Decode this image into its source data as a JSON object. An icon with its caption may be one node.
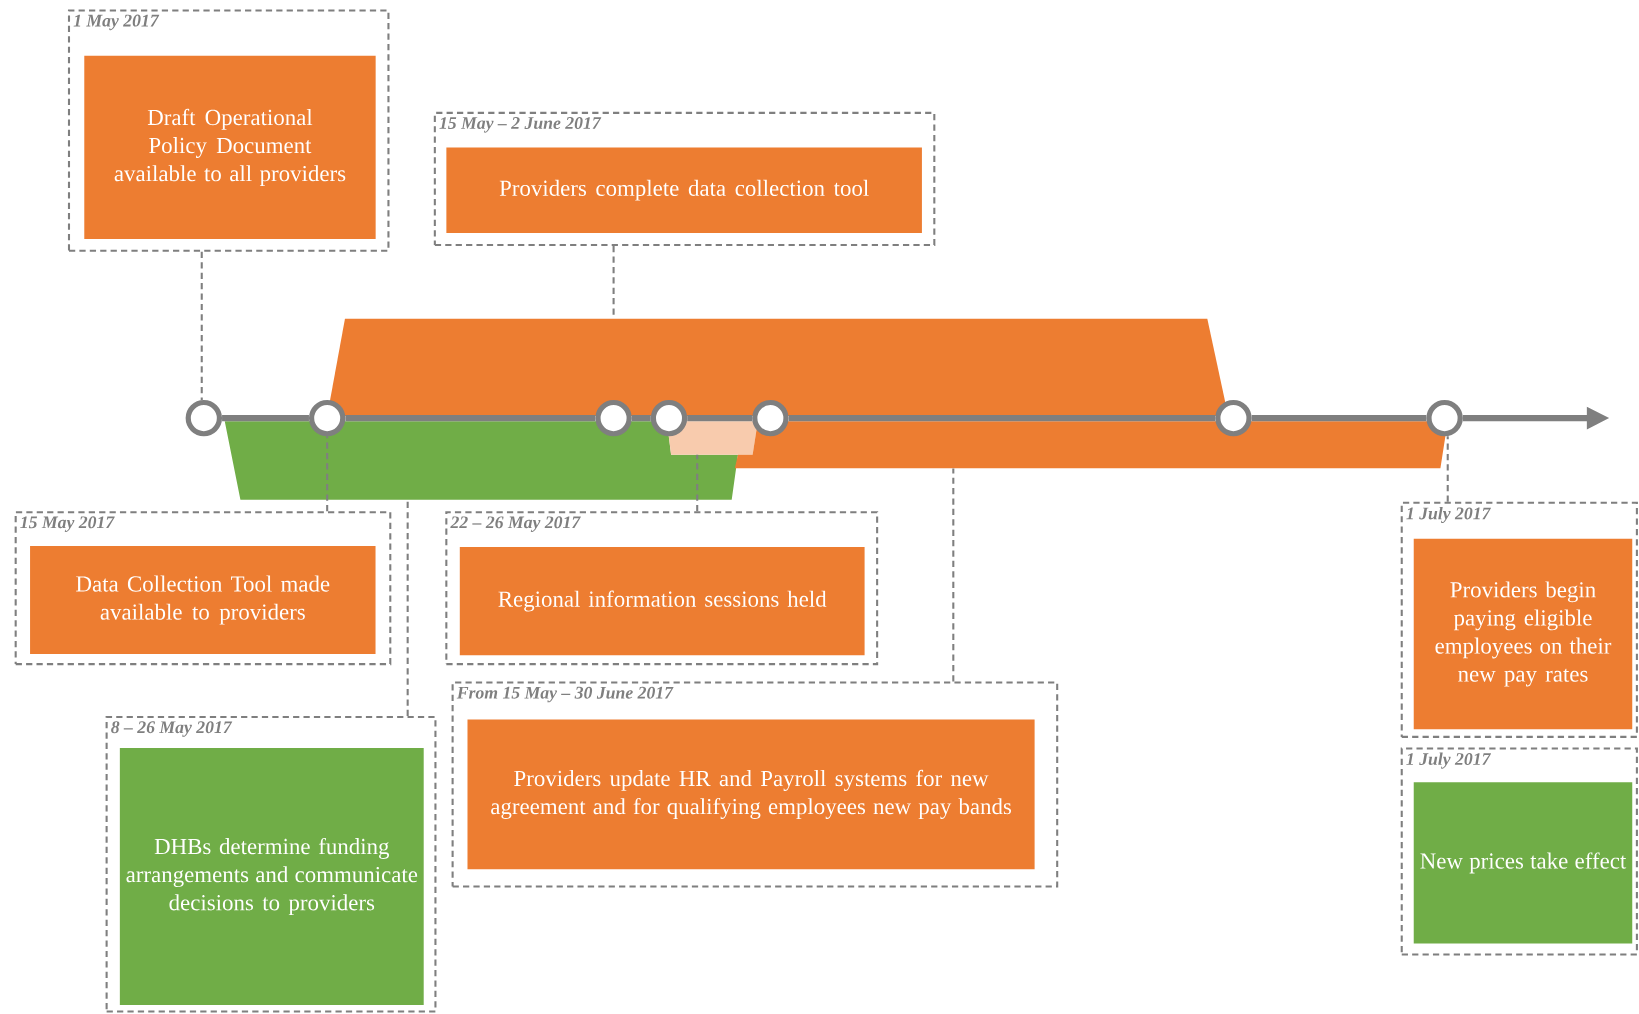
{
  "diagram": {
    "nodes": [
      {
        "text": [
          "1 May 2017"
        ]
      },
      {
        "text": [
          "Draft Operational Policy Document available to all providers"
        ],
        "in": 0
      },
      {
        "text": [
          "15 May – 2 June 2017"
        ]
      },
      {
        "text": [
          "Providers complete data collection tool"
        ],
        "in": 2
      },
      {
        "text": [],
        "shape": "bar"
      },
      {
        "text": [],
        "shape": "circle"
      },
      {
        "text": [],
        "shape": "circle"
      },
      {
        "text": [],
        "shape": "circle"
      },
      {
        "text": [],
        "shape": "circle"
      },
      {
        "text": [],
        "shape": "circle"
      },
      {
        "text": [],
        "shape": "circle"
      },
      {
        "text": [],
        "shape": "circle"
      },
      {
        "text": [],
        "shape": "bar"
      },
      {
        "text": [],
        "shape": "bar"
      },
      {
        "text": [],
        "shape": "bar"
      },
      {
        "text": [
          "15 May 2017"
        ]
      },
      {
        "text": [
          "Data Collection Tool made available to providers"
        ],
        "in": 15
      },
      {
        "text": [
          "22 – 26 May 2017"
        ]
      },
      {
        "text": [
          "Regional information sessions held"
        ],
        "in": 17
      },
      {
        "text": [
          "1 July 2017"
        ]
      },
      {
        "text": [
          "Providers begin paying eligible employees on their new pay rates"
        ],
        "in": 19
      },
      {
        "text": [
          "From 15 May – 30 June 2017"
        ]
      },
      {
        "text": [
          "Providers update HR and Payroll systems for new agreement and for qualifying employees new pay bands"
        ],
        "in": 21
      },
      {
        "text": [
          "8 – 26 May 2017"
        ]
      },
      {
        "text": [
          "DHBs determine funding arrangements and communicate decisions to providers"
        ],
        "in": 23
      },
      {
        "text": [
          "1 July 2017"
        ]
      },
      {
        "text": [
          "New prices take effect"
        ],
        "in": 25
      }
    ],
    "edges": [
      {
        "from": 0,
        "to": 5,
        "arrow": "none",
        "style": "dashed"
      },
      {
        "from": 2,
        "to": 4,
        "arrow": "none",
        "style": "dashed"
      },
      {
        "from": 15,
        "to": 6,
        "arrow": "none",
        "style": "dashed"
      },
      {
        "from": 23,
        "to": 12,
        "arrow": "none",
        "style": "dashed"
      },
      {
        "from": 17,
        "to": 13,
        "arrow": "none",
        "style": "dashed"
      },
      {
        "from": 21,
        "to": 14,
        "arrow": "none",
        "style": "dashed"
      },
      {
        "from": 19,
        "to": 11,
        "arrow": "none",
        "style": "dashed"
      },
      {
        "from": 5,
        "to": 6,
        "arrow": "none",
        "style": "thick"
      },
      {
        "from": 6,
        "to": 7,
        "arrow": "none",
        "style": "thick"
      },
      {
        "from": 7,
        "to": 8,
        "arrow": "none",
        "style": "thick"
      },
      {
        "from": 8,
        "to": 9,
        "arrow": "none",
        "style": "thick"
      },
      {
        "from": 9,
        "to": 10,
        "arrow": "none",
        "style": "thick"
      },
      {
        "from": 10,
        "to": 11,
        "arrow": "none",
        "style": "thick"
      },
      {
        "from": 11,
        "to": null,
        "arrow": "to",
        "style": "thick"
      }
    ]
  }
}
